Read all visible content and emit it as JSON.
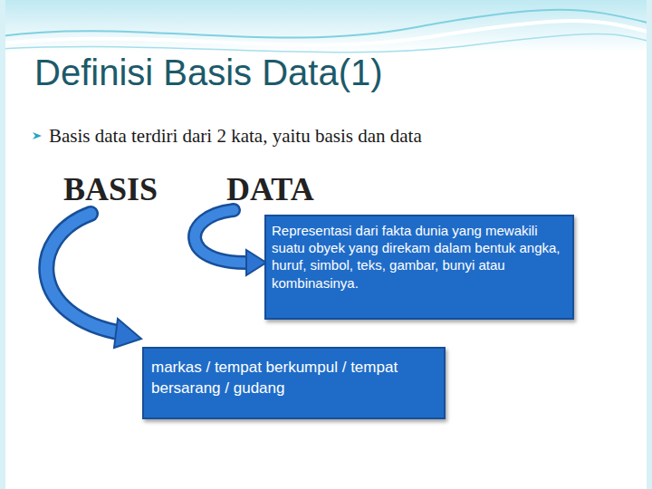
{
  "diagram": {
    "title": "Definisi Basis Data(1)",
    "nodes": [
      {
        "text": [
          "Representasi dari fakta dunia yang mewakili suatu obyek yang direkam dalam bentuk angka, huruf, simbol, teks, gambar, bunyi atau kombinasinya."
        ]
      },
      {
        "text": [
          "markas / tempat berkumpul / tempat bersarang / gudang"
        ]
      }
    ],
    "labels": [
      "Basis data terdiri dari 2 kata, yaitu basis dan data",
      "BASIS",
      "DATA"
    ]
  }
}
